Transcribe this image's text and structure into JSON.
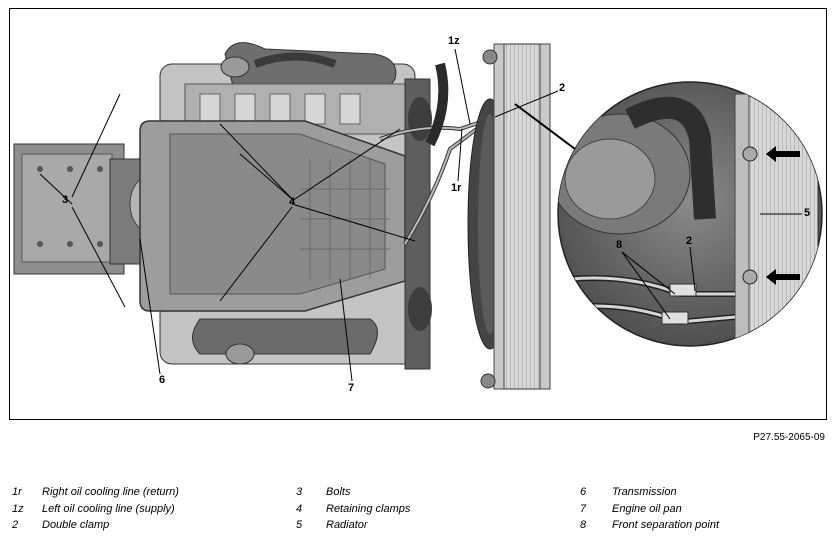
{
  "figure": {
    "callouts": {
      "c1z": "1z",
      "c2a": "2",
      "c1r": "1r",
      "c3": "3",
      "c4": "4",
      "c5": "5",
      "c2b": "2",
      "c8": "8",
      "c6": "6",
      "c7": "7"
    }
  },
  "ref_code": "P27.55-2065-09",
  "legend": [
    {
      "key": "1r",
      "label": "Right oil cooling line (return)"
    },
    {
      "key": "1z",
      "label": "Left oil cooling line (supply)"
    },
    {
      "key": "2",
      "label": "Double clamp"
    },
    {
      "key": "3",
      "label": "Bolts"
    },
    {
      "key": "4",
      "label": "Retaining clamps"
    },
    {
      "key": "5",
      "label": "Radiator"
    },
    {
      "key": "6",
      "label": "Transmission"
    },
    {
      "key": "7",
      "label": "Engine oil pan"
    },
    {
      "key": "8",
      "label": "Front separation point"
    }
  ]
}
